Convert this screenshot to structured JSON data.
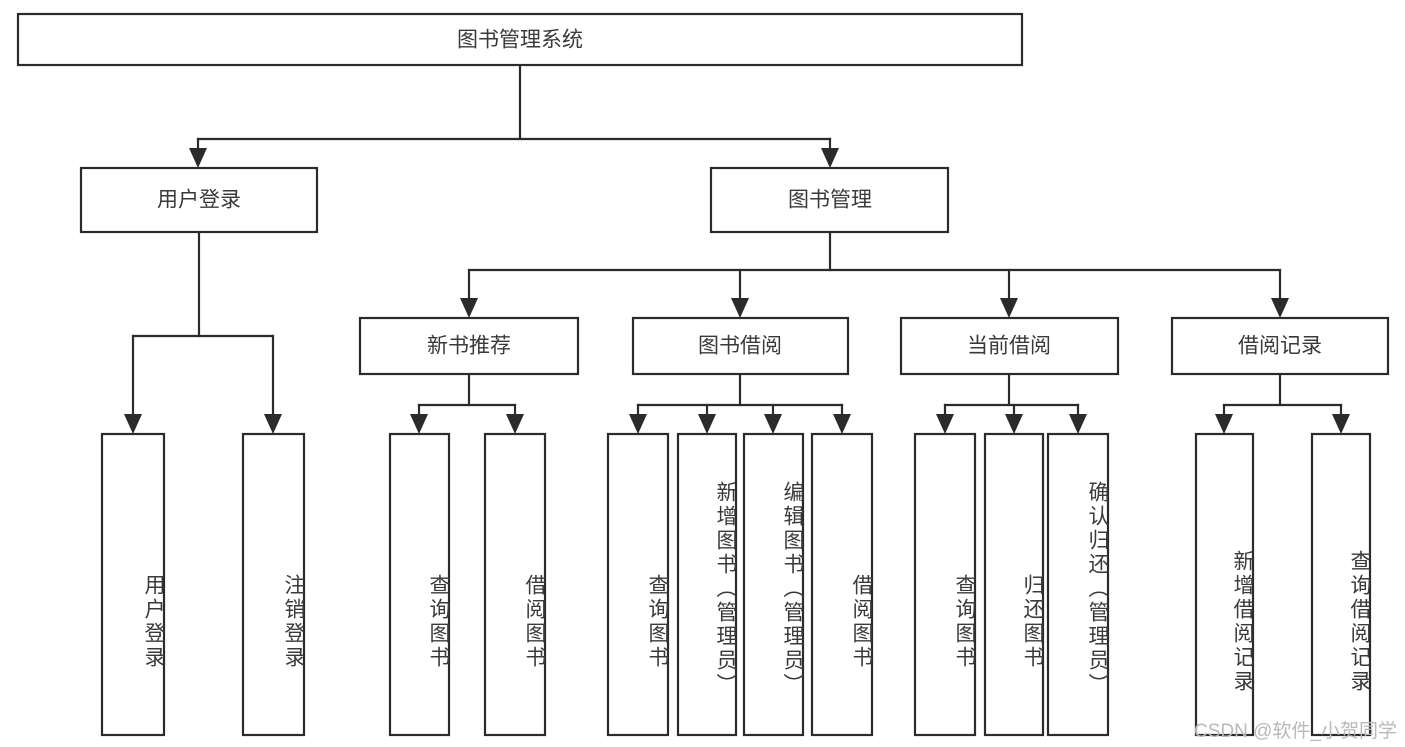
{
  "diagram": {
    "type": "tree-hierarchy-chart",
    "title": "图书管理系统",
    "orientation": "top-down",
    "watermark": "CSDN @软件_小贺同学",
    "colors": {
      "background": "#ffffff",
      "box_fill": "#ffffff",
      "box_stroke": "#2b2b2b",
      "label_text": "#3a3a3a",
      "watermark_text": "#b9b9b9"
    },
    "levels": [
      {
        "level": 1,
        "nodes": [
          {
            "id": "root",
            "label": "图书管理系统",
            "text_orientation": "horizontal"
          }
        ]
      },
      {
        "level": 2,
        "nodes": [
          {
            "id": "user-login",
            "label": "用户登录",
            "parent": "root",
            "text_orientation": "horizontal"
          },
          {
            "id": "book-manage",
            "label": "图书管理",
            "parent": "root",
            "text_orientation": "horizontal"
          }
        ]
      },
      {
        "level": 3,
        "nodes": [
          {
            "id": "new-book-rec",
            "label": "新书推荐",
            "parent": "book-manage",
            "text_orientation": "horizontal"
          },
          {
            "id": "book-borrow",
            "label": "图书借阅",
            "parent": "book-manage",
            "text_orientation": "horizontal"
          },
          {
            "id": "current-borrow",
            "label": "当前借阅",
            "parent": "book-manage",
            "text_orientation": "horizontal"
          },
          {
            "id": "borrow-record",
            "label": "借阅记录",
            "parent": "book-manage",
            "text_orientation": "horizontal"
          }
        ]
      },
      {
        "level": 4,
        "nodes": [
          {
            "id": "leaf-user-login",
            "label": "用户登录",
            "parent": "user-login",
            "text_orientation": "vertical"
          },
          {
            "id": "leaf-user-logout",
            "label": "注销登录",
            "parent": "user-login",
            "text_orientation": "vertical"
          },
          {
            "id": "leaf-query-book-1",
            "label": "查询图书",
            "parent": "new-book-rec",
            "text_orientation": "vertical"
          },
          {
            "id": "leaf-borrow-book-1",
            "label": "借阅图书",
            "parent": "new-book-rec",
            "text_orientation": "vertical"
          },
          {
            "id": "leaf-query-book-2",
            "label": "查询图书",
            "parent": "book-borrow",
            "text_orientation": "vertical"
          },
          {
            "id": "leaf-add-book",
            "label": "新增图书（管理员）",
            "parent": "book-borrow",
            "text_orientation": "vertical"
          },
          {
            "id": "leaf-edit-book",
            "label": "编辑图书（管理员）",
            "parent": "book-borrow",
            "text_orientation": "vertical"
          },
          {
            "id": "leaf-borrow-book-2",
            "label": "借阅图书",
            "parent": "book-borrow",
            "text_orientation": "vertical"
          },
          {
            "id": "leaf-query-book-3",
            "label": "查询图书",
            "parent": "current-borrow",
            "text_orientation": "vertical"
          },
          {
            "id": "leaf-return-book",
            "label": "归还图书",
            "parent": "current-borrow",
            "text_orientation": "vertical"
          },
          {
            "id": "leaf-confirm-return",
            "label": "确认归还（管理员）",
            "parent": "current-borrow",
            "text_orientation": "vertical"
          },
          {
            "id": "leaf-add-record",
            "label": "新增借阅记录",
            "parent": "borrow-record",
            "text_orientation": "vertical"
          },
          {
            "id": "leaf-query-record",
            "label": "查询借阅记录",
            "parent": "borrow-record",
            "text_orientation": "vertical"
          }
        ]
      }
    ]
  }
}
